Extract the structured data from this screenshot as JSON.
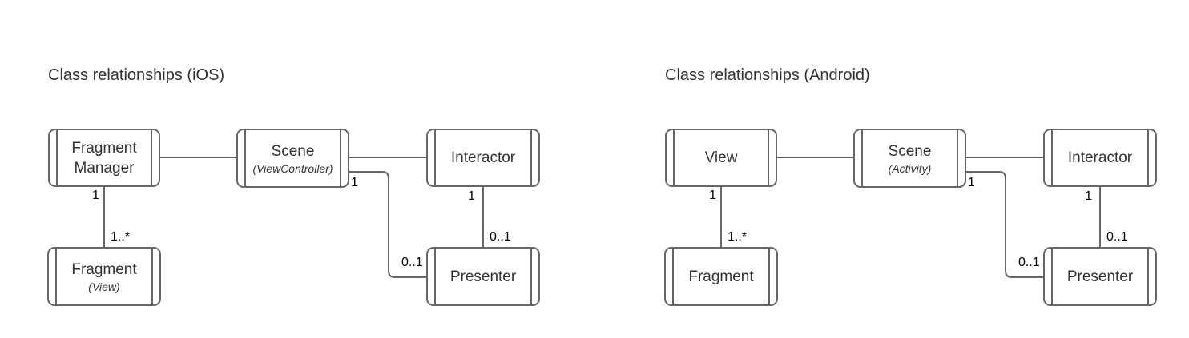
{
  "canvas": {
    "background": "#ffffff"
  },
  "colors": {
    "node_border": "#666666",
    "connector": "#666666",
    "node_text": "#333333",
    "title_text": "#333333",
    "multiplicity_text": "#000000"
  },
  "diagrams": [
    {
      "title": "Class relationships (iOS)",
      "nodes": {
        "top_left": {
          "label": "Fragment Manager"
        },
        "top_center": {
          "label": "Scene",
          "sublabel": "(ViewController)"
        },
        "top_right": {
          "label": "Interactor"
        },
        "bottom_left": {
          "label": "Fragment",
          "sublabel": "(View)"
        },
        "bottom_right": {
          "label": "Presenter"
        }
      },
      "multiplicities": {
        "manager_link_source": "1",
        "manager_link_target": "1..*",
        "scene_link_source": "1",
        "scene_link_target": "0..1",
        "interactor_link_source": "1",
        "interactor_link_target": "0..1"
      }
    },
    {
      "title": "Class relationships (Android)",
      "nodes": {
        "top_left": {
          "label": "View"
        },
        "top_center": {
          "label": "Scene",
          "sublabel": "(Activity)"
        },
        "top_right": {
          "label": "Interactor"
        },
        "bottom_left": {
          "label": "Fragment"
        },
        "bottom_right": {
          "label": "Presenter"
        }
      },
      "multiplicities": {
        "manager_link_source": "1",
        "manager_link_target": "1..*",
        "scene_link_source": "1",
        "scene_link_target": "0..1",
        "interactor_link_source": "1",
        "interactor_link_target": "0..1"
      }
    }
  ]
}
